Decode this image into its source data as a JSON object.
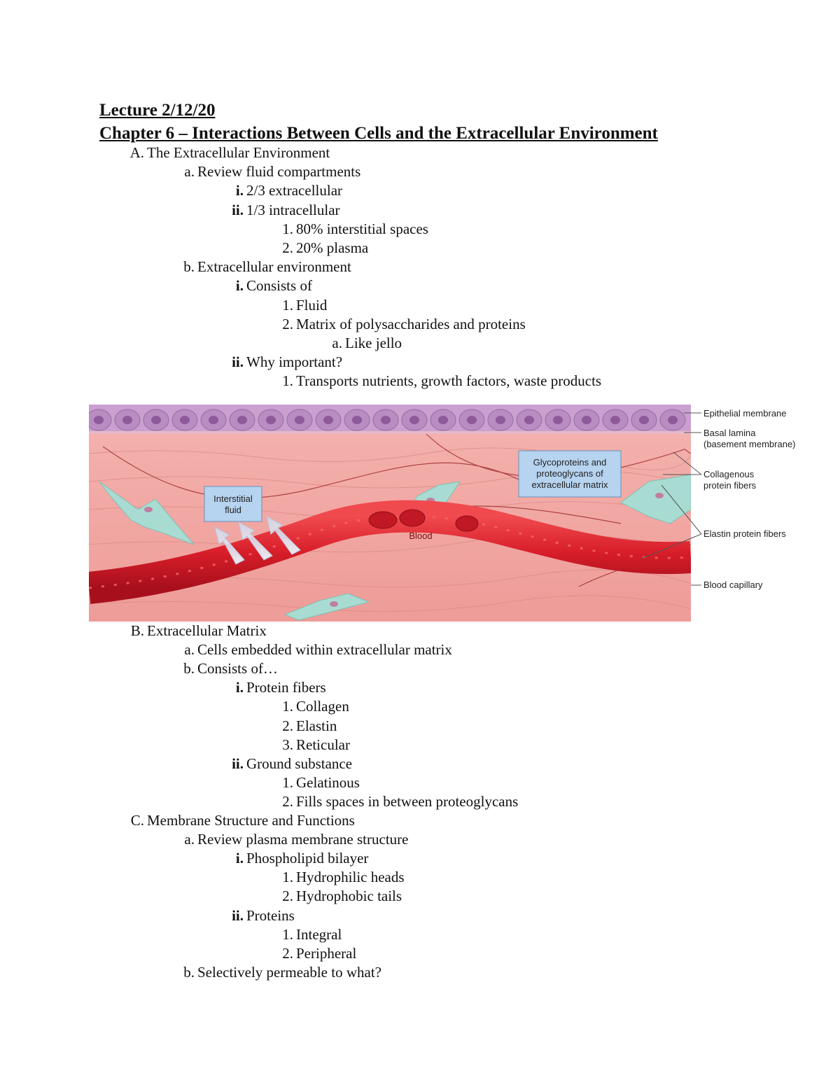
{
  "header": {
    "lecture": "Lecture 2/12/20",
    "chapter": "Chapter 6 – Interactions Between Cells and the Extracellular Environment"
  },
  "outline_top": [
    {
      "level": "A",
      "marker": "A.",
      "text": "The Extracellular Environment"
    },
    {
      "level": "a",
      "marker": "a.",
      "text": "Review fluid compartments"
    },
    {
      "level": "i",
      "marker": "i.",
      "text": "2/3 extracellular"
    },
    {
      "level": "i",
      "marker": "ii.",
      "text": "1/3 intracellular"
    },
    {
      "level": "1",
      "marker": "1.",
      "text": "80% interstitial spaces"
    },
    {
      "level": "1",
      "marker": "2.",
      "text": "20% plasma"
    },
    {
      "level": "a",
      "marker": "b.",
      "text": "Extracellular environment"
    },
    {
      "level": "i",
      "marker": "i.",
      "text": "Consists of"
    },
    {
      "level": "1",
      "marker": "1.",
      "text": "Fluid"
    },
    {
      "level": "1",
      "marker": "2.",
      "text": "Matrix of polysaccharides and proteins"
    },
    {
      "level": "sub",
      "marker": "a.",
      "text": "Like jello"
    },
    {
      "level": "i",
      "marker": "ii.",
      "text": "Why important?"
    },
    {
      "level": "1",
      "marker": "1.",
      "text": "Transports nutrients, growth factors, waste products"
    }
  ],
  "figure": {
    "labels": {
      "epithelial": "Epithelial membrane",
      "basal1": "Basal lamina",
      "basal2": "(basement membrane)",
      "collagen1": "Collagenous",
      "collagen2": "protein fibers",
      "elastin": "Elastin protein fibers",
      "capillary": "Blood capillary",
      "interstitial1": "Interstitial",
      "interstitial2": "fluid",
      "glyco1": "Glycoproteins and",
      "glyco2": "proteoglycans of",
      "glyco3": "extracellular matrix",
      "blood": "Blood"
    },
    "colors": {
      "tissue": "#f2a6a4",
      "epithelium": "#c9a0cf",
      "capillary": "#d81e2a",
      "fibroblast": "#a8dcd2",
      "labelbox": "#b6d3ef"
    }
  },
  "outline_bottom": [
    {
      "level": "A",
      "marker": "B.",
      "text": "Extracellular Matrix"
    },
    {
      "level": "a",
      "marker": "a.",
      "text": "Cells embedded within extracellular matrix"
    },
    {
      "level": "a",
      "marker": "b.",
      "text": "Consists of…"
    },
    {
      "level": "i",
      "marker": "i.",
      "text": "Protein fibers"
    },
    {
      "level": "1",
      "marker": "1.",
      "text": "Collagen"
    },
    {
      "level": "1",
      "marker": "2.",
      "text": "Elastin"
    },
    {
      "level": "1",
      "marker": "3.",
      "text": "Reticular"
    },
    {
      "level": "i",
      "marker": "ii.",
      "text": "Ground substance"
    },
    {
      "level": "1",
      "marker": "1.",
      "text": "Gelatinous"
    },
    {
      "level": "1",
      "marker": "2.",
      "text": "Fills spaces in between proteoglycans"
    },
    {
      "level": "A",
      "marker": "C.",
      "text": "Membrane Structure and Functions"
    },
    {
      "level": "a",
      "marker": "a.",
      "text": "Review plasma membrane structure"
    },
    {
      "level": "i",
      "marker": "i.",
      "text": "Phospholipid bilayer"
    },
    {
      "level": "1",
      "marker": "1.",
      "text": "Hydrophilic heads"
    },
    {
      "level": "1",
      "marker": "2.",
      "text": "Hydrophobic tails"
    },
    {
      "level": "i",
      "marker": "ii.",
      "text": "Proteins"
    },
    {
      "level": "1",
      "marker": "1.",
      "text": "Integral"
    },
    {
      "level": "1",
      "marker": "2.",
      "text": "Peripheral"
    },
    {
      "level": "a",
      "marker": "b.",
      "text": "Selectively permeable to what?"
    }
  ]
}
